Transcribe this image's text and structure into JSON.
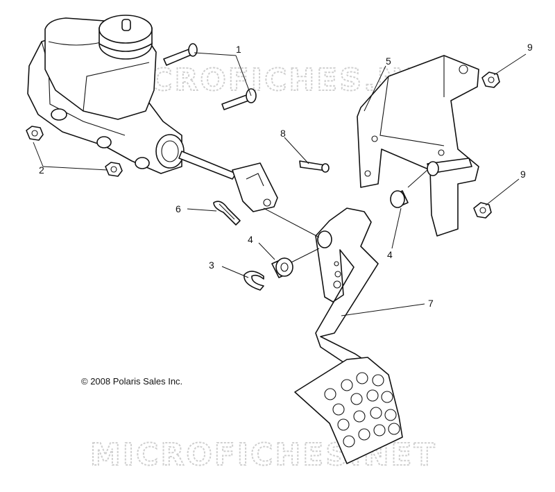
{
  "watermark": {
    "top": "MICROFICHES.NET",
    "bottom": "MICROFICHES.NET"
  },
  "copyright": "© 2008 Polaris Sales Inc.",
  "callouts": [
    {
      "label": "1"
    },
    {
      "label": "2"
    },
    {
      "label": "3"
    },
    {
      "label": "4"
    },
    {
      "label": "4"
    },
    {
      "label": "5"
    },
    {
      "label": "6"
    },
    {
      "label": "7"
    },
    {
      "label": "8"
    },
    {
      "label": "9"
    },
    {
      "label": "9"
    }
  ]
}
